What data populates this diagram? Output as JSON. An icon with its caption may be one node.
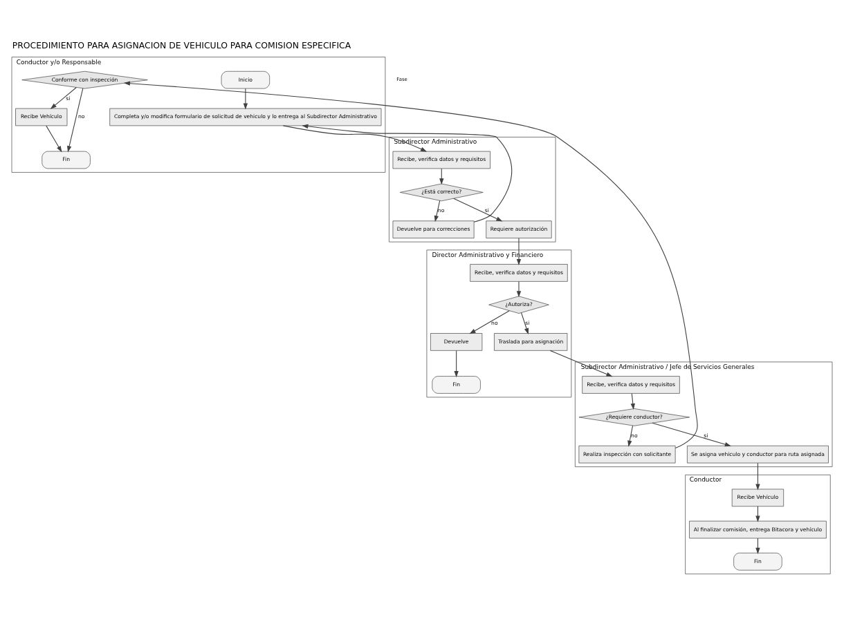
{
  "diagram": {
    "title": "PROCEDIMIENTO PARA ASIGNACION DE VEHICULO PARA COMISION ESPECIFICA",
    "nodes": [
      {
        "text": [
          "Conductor y/o Responsable"
        ]
      },
      {
        "text": [
          "Inicio"
        ],
        "in": 0
      },
      {
        "text": [
          "Completa y/o modifica formulario de solicitud de vehiculo y lo entrega al Subdirector Administrativo"
        ],
        "in": 0
      },
      {
        "text": [
          "Conforme con inspección"
        ],
        "in": 0
      },
      {
        "text": [
          "Recibe Vehículo"
        ],
        "in": 0
      },
      {
        "text": [
          "Fin"
        ],
        "in": 0
      },
      {
        "text": [
          "Subdirector Administrativo"
        ]
      },
      {
        "text": [
          "Recibe, verifica datos y requisitos"
        ],
        "in": 6
      },
      {
        "text": [
          "¿Está correcto?"
        ],
        "in": 6
      },
      {
        "text": [
          "Devuelve para correcciones"
        ],
        "in": 6
      },
      {
        "text": [
          "Requiere autorización"
        ],
        "in": 6
      },
      {
        "text": [
          "Director Administrativo y Financiero"
        ]
      },
      {
        "text": [
          "Recibe, verifica datos y requisitos"
        ],
        "in": 11
      },
      {
        "text": [
          "¿Autoriza?"
        ],
        "in": 11
      },
      {
        "text": [
          "Devuelve"
        ],
        "in": 11
      },
      {
        "text": [
          "Traslada para asignación"
        ],
        "in": 11
      },
      {
        "text": [
          "Fin"
        ],
        "in": 11
      },
      {
        "text": [
          "Subdirector Administrativo / Jefe de Servicios Generales"
        ]
      },
      {
        "text": [
          "Recibe, verifica datos y requisitos"
        ],
        "in": 17
      },
      {
        "text": [
          "¿Requiere conductor?"
        ],
        "in": 17
      },
      {
        "text": [
          "Realiza inspección con solicitante"
        ],
        "in": 17
      },
      {
        "text": [
          "Se asigna vehiculo y conductor para ruta asignada"
        ],
        "in": 17
      },
      {
        "text": [
          "Conductor"
        ]
      },
      {
        "text": [
          "Recibe Vehículo"
        ],
        "in": 22
      },
      {
        "text": [
          "Al finalizar comisión, entrega Bitacora y vehículo"
        ],
        "in": 22
      },
      {
        "text": [
          "Fin"
        ],
        "in": 22
      }
    ],
    "edges": [
      {
        "from": 1,
        "to": 2,
        "arrow": "to"
      },
      {
        "from": 2,
        "to": 7,
        "arrow": "to"
      },
      {
        "from": 7,
        "to": 8,
        "arrow": "to"
      },
      {
        "from": 8,
        "to": 9,
        "arrow": "to",
        "label": "no"
      },
      {
        "from": 8,
        "to": 10,
        "arrow": "to",
        "label": "si"
      },
      {
        "from": 9,
        "to": 2,
        "arrow": "to"
      },
      {
        "from": 10,
        "to": 12,
        "arrow": "to"
      },
      {
        "from": 12,
        "to": 13,
        "arrow": "to"
      },
      {
        "from": 13,
        "to": 14,
        "arrow": "to",
        "label": "no"
      },
      {
        "from": 13,
        "to": 15,
        "arrow": "to",
        "label": "si"
      },
      {
        "from": 14,
        "to": 16,
        "arrow": "to"
      },
      {
        "from": 15,
        "to": 18,
        "arrow": "to"
      },
      {
        "from": 18,
        "to": 19,
        "arrow": "to"
      },
      {
        "from": 19,
        "to": 20,
        "arrow": "to",
        "label": "no"
      },
      {
        "from": 19,
        "to": 21,
        "arrow": "to",
        "label": "si"
      },
      {
        "from": 20,
        "to": 3,
        "arrow": "to"
      },
      {
        "from": 3,
        "to": 4,
        "arrow": "to",
        "label": "si"
      },
      {
        "from": 3,
        "to": 5,
        "arrow": "to",
        "label": "no"
      },
      {
        "from": 4,
        "to": 5,
        "arrow": "to"
      },
      {
        "from": 21,
        "to": 23,
        "arrow": "to"
      },
      {
        "from": 23,
        "to": 24,
        "arrow": "to"
      },
      {
        "from": 24,
        "to": 25,
        "arrow": "to"
      }
    ],
    "labels": [
      "Fase"
    ]
  }
}
